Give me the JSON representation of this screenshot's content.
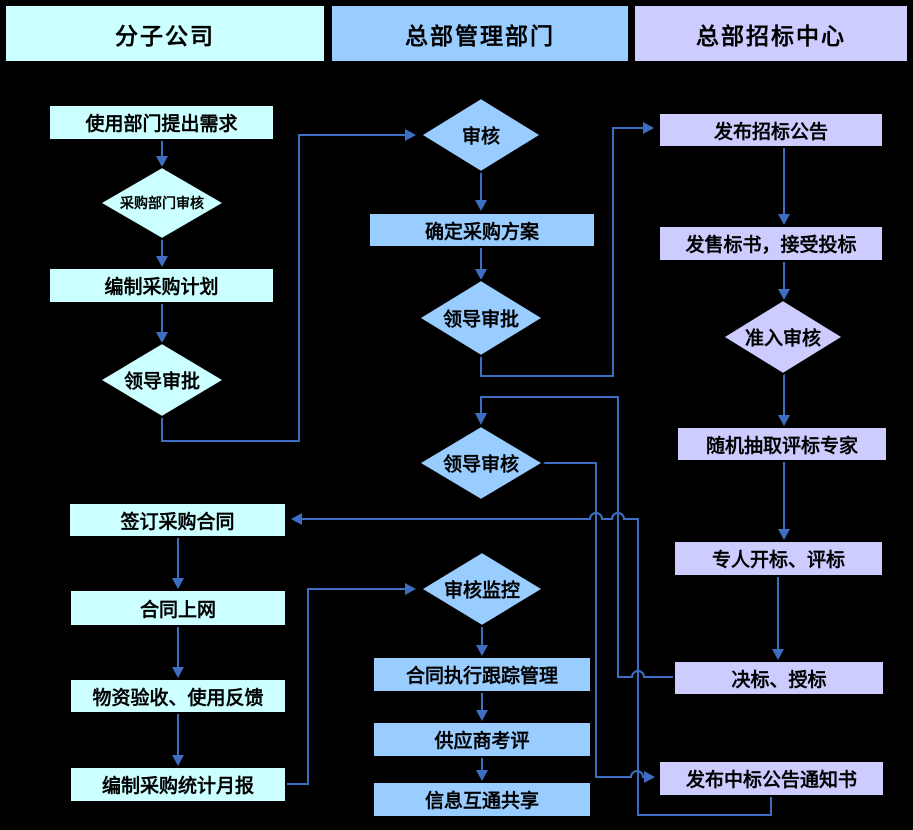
{
  "header": {
    "columns": [
      {
        "id": "subsidiary",
        "label": "分子公司",
        "color": "#CCFFFF"
      },
      {
        "id": "hq_management",
        "label": "总部管理部门",
        "color": "#99CCFF"
      },
      {
        "id": "hq_bidding",
        "label": "总部招标中心",
        "color": "#CCCCFF"
      }
    ]
  },
  "colors": {
    "background": "#000000",
    "connector": "#3E6EC2",
    "column1_fill": "#CCFFFF",
    "column2_fill": "#99CCFF",
    "column3_fill": "#CCCCFF",
    "node_border": "#000000",
    "text": "#000000"
  },
  "nodes": {
    "req": {
      "label": "使用部门提出需求",
      "shape": "rect",
      "column": "分子公司"
    },
    "dept_review": {
      "label": "采购部门审核",
      "shape": "diamond",
      "column": "分子公司"
    },
    "plan": {
      "label": "编制采购计划",
      "shape": "rect",
      "column": "分子公司"
    },
    "leader_approve_left": {
      "label": "领导审批",
      "shape": "diamond",
      "column": "分子公司"
    },
    "sign": {
      "label": "签订采购合同",
      "shape": "rect",
      "column": "分子公司"
    },
    "contract_online": {
      "label": "合同上网",
      "shape": "rect",
      "column": "分子公司"
    },
    "inspect": {
      "label": "物资验收、使用反馈",
      "shape": "rect",
      "column": "分子公司"
    },
    "monthly": {
      "label": "编制采购统计月报",
      "shape": "rect",
      "column": "分子公司"
    },
    "review": {
      "label": "审核",
      "shape": "diamond",
      "column": "总部管理部门"
    },
    "confirm_plan": {
      "label": "确定采购方案",
      "shape": "rect",
      "column": "总部管理部门"
    },
    "leader_approve_mid": {
      "label": "领导审批",
      "shape": "diamond",
      "column": "总部管理部门"
    },
    "leader_review": {
      "label": "领导审核",
      "shape": "diamond",
      "column": "总部管理部门"
    },
    "review_monitor": {
      "label": "审核监控",
      "shape": "diamond",
      "column": "总部管理部门"
    },
    "track": {
      "label": "合同执行跟踪管理",
      "shape": "rect",
      "column": "总部管理部门"
    },
    "supplier_eval": {
      "label": "供应商考评",
      "shape": "rect",
      "column": "总部管理部门"
    },
    "info_share": {
      "label": "信息互通共享",
      "shape": "rect",
      "column": "总部管理部门"
    },
    "announce": {
      "label": "发布招标公告",
      "shape": "rect",
      "column": "总部招标中心"
    },
    "sell_docs": {
      "label": "发售标书，接受投标",
      "shape": "rect",
      "column": "总部招标中心"
    },
    "access_review": {
      "label": "准入审核",
      "shape": "diamond",
      "column": "总部招标中心"
    },
    "draw_experts": {
      "label": "随机抽取评标专家",
      "shape": "rect",
      "column": "总部招标中心"
    },
    "open_bids": {
      "label": "专人开标、评标",
      "shape": "rect",
      "column": "总部招标中心"
    },
    "award": {
      "label": "决标、授标",
      "shape": "rect",
      "column": "总部招标中心"
    },
    "award_notice": {
      "label": "发布中标公告通知书",
      "shape": "rect",
      "column": "总部招标中心"
    }
  },
  "edges": [
    {
      "from": "req",
      "to": "dept_review"
    },
    {
      "from": "dept_review",
      "to": "plan"
    },
    {
      "from": "plan",
      "to": "leader_approve_left"
    },
    {
      "from": "leader_approve_left",
      "to": "review"
    },
    {
      "from": "review",
      "to": "confirm_plan"
    },
    {
      "from": "confirm_plan",
      "to": "leader_approve_mid"
    },
    {
      "from": "leader_approve_mid",
      "to": "announce"
    },
    {
      "from": "announce",
      "to": "sell_docs"
    },
    {
      "from": "sell_docs",
      "to": "access_review"
    },
    {
      "from": "access_review",
      "to": "draw_experts"
    },
    {
      "from": "draw_experts",
      "to": "open_bids"
    },
    {
      "from": "open_bids",
      "to": "award"
    },
    {
      "from": "award",
      "to": "leader_review"
    },
    {
      "from": "leader_review",
      "to": "award_notice"
    },
    {
      "from": "award_notice",
      "to": "sign"
    },
    {
      "from": "sign",
      "to": "contract_online"
    },
    {
      "from": "contract_online",
      "to": "inspect"
    },
    {
      "from": "inspect",
      "to": "monthly"
    },
    {
      "from": "monthly",
      "to": "review_monitor"
    },
    {
      "from": "review_monitor",
      "to": "track"
    },
    {
      "from": "track",
      "to": "supplier_eval"
    },
    {
      "from": "supplier_eval",
      "to": "info_share"
    }
  ]
}
